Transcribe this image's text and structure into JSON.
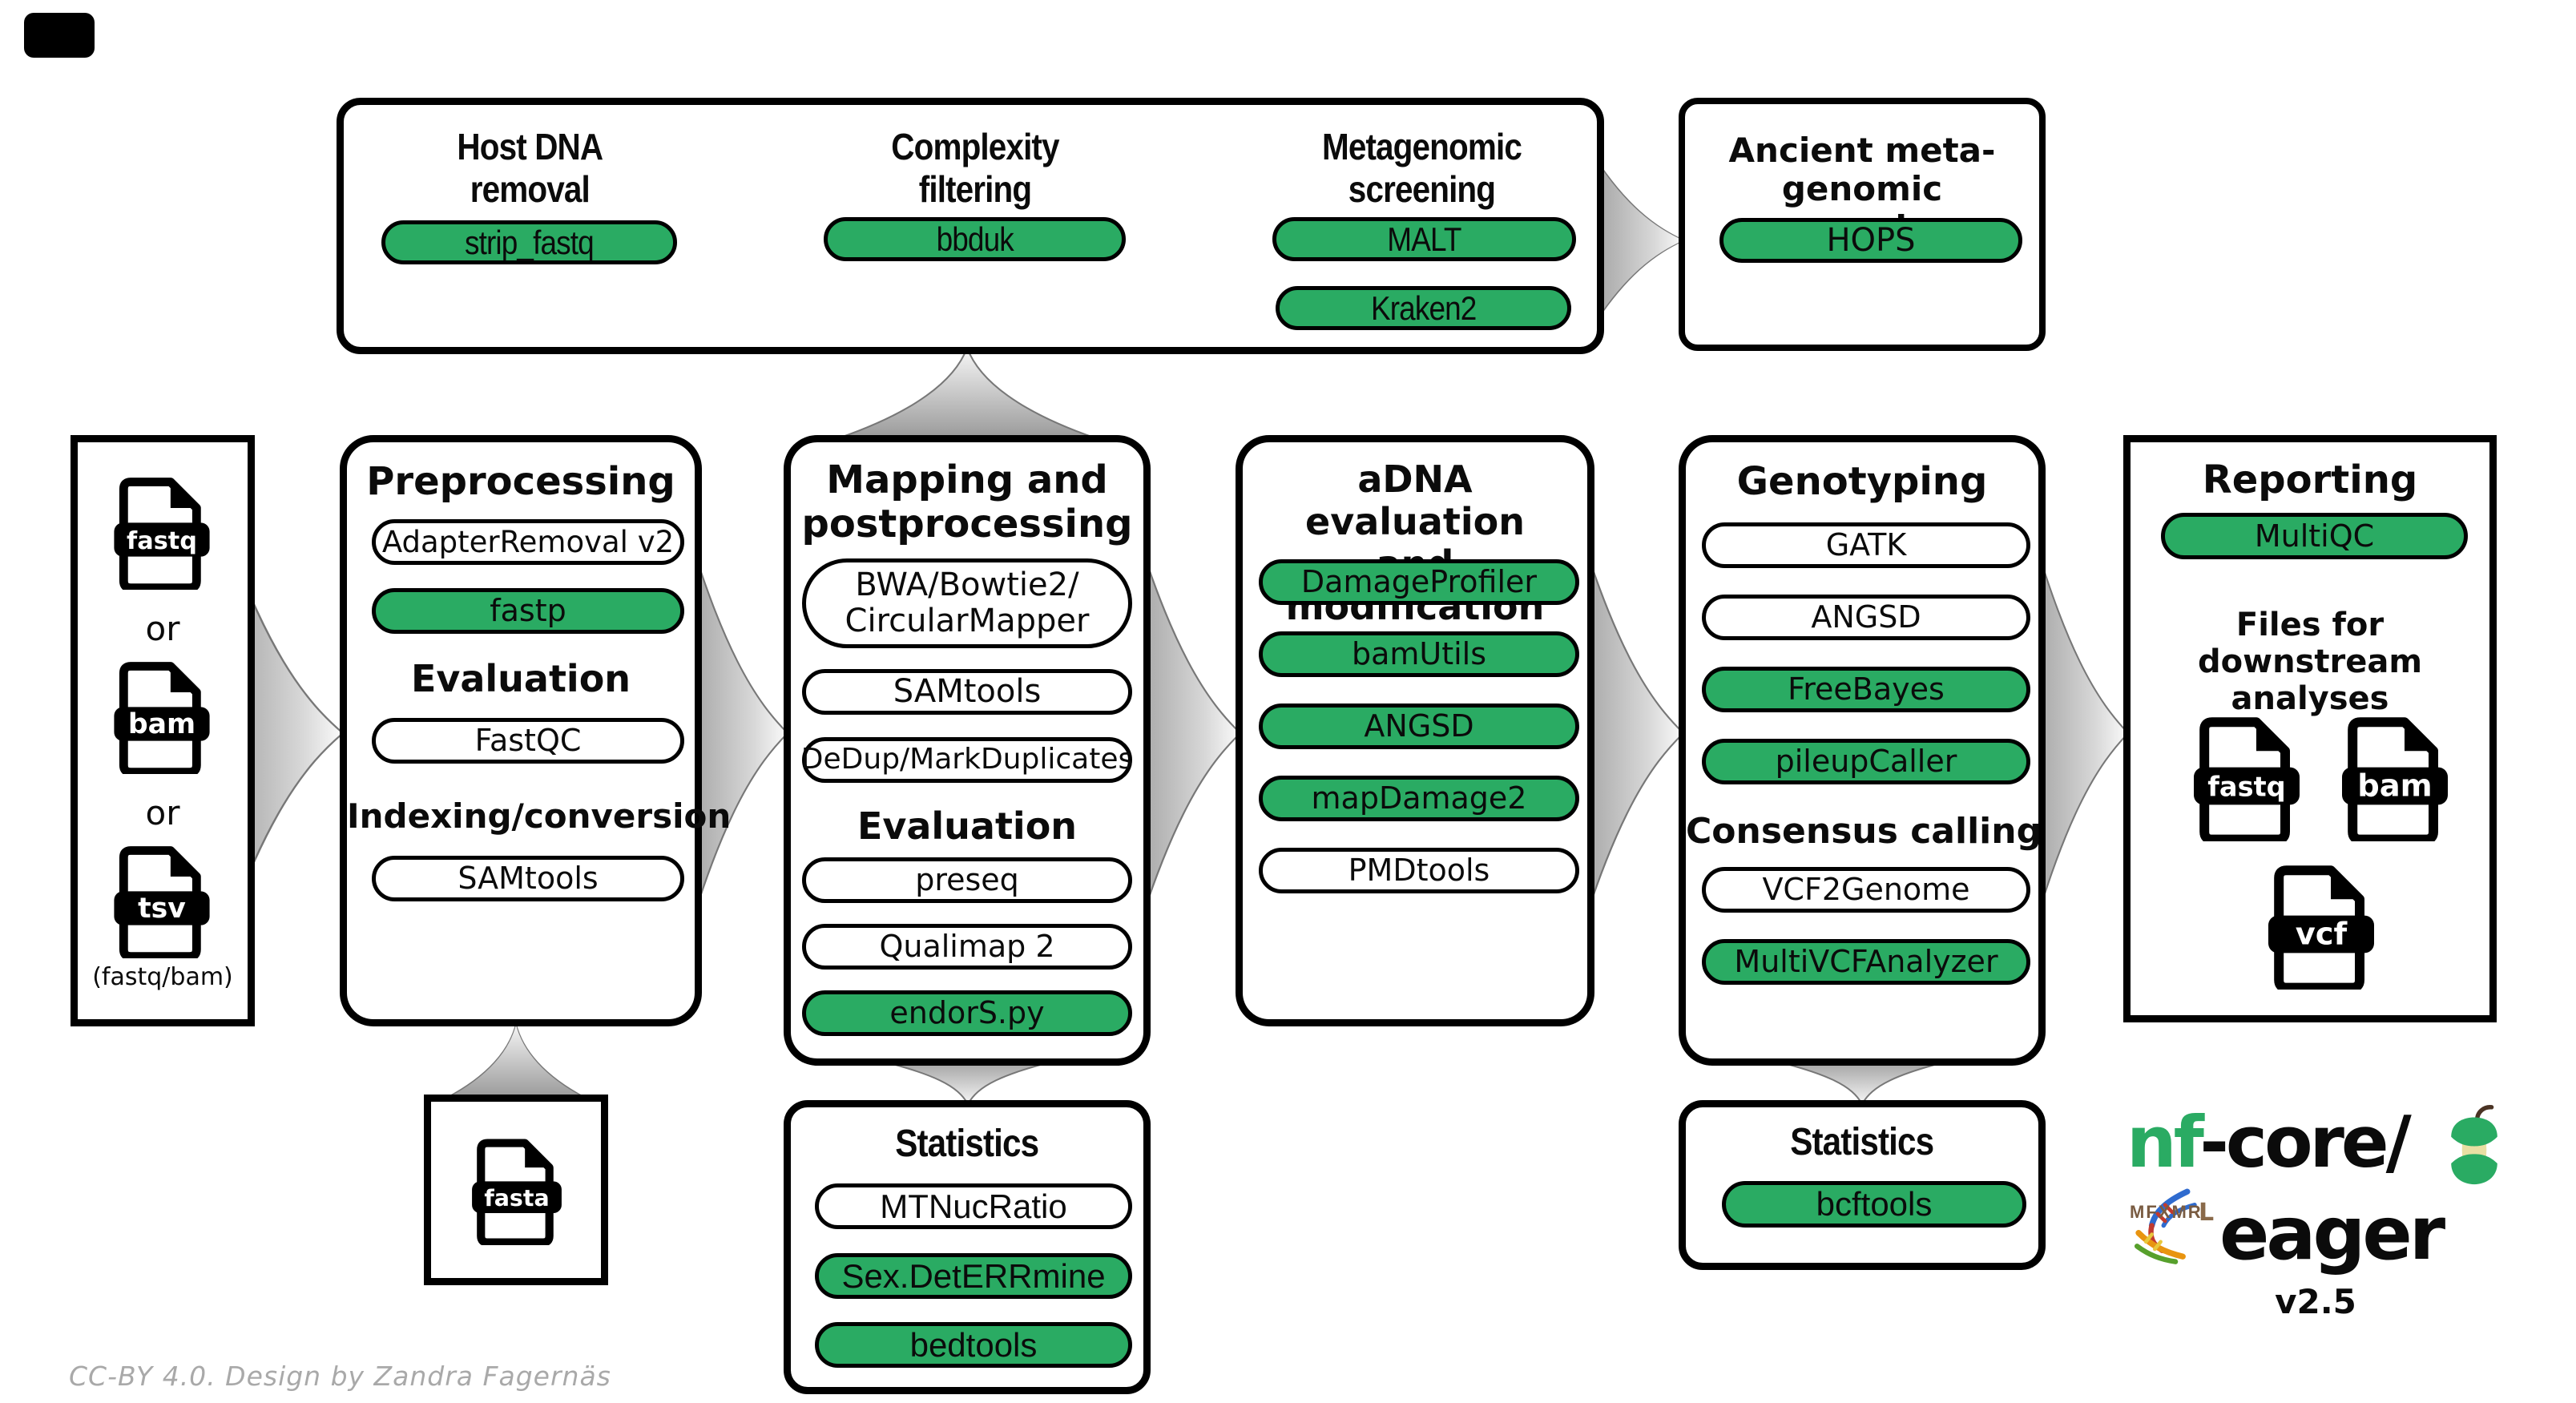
{
  "colors": {
    "green": "#2aab63"
  },
  "top_row": {
    "host": {
      "title": "Host DNA\nremoval",
      "tool": "strip_fastq"
    },
    "complexity": {
      "title": "Complexity\nfiltering",
      "tool": "bbduk"
    },
    "metagenomic": {
      "title": "Metagenomic\nscreening",
      "tool1": "MALT",
      "tool2": "Kraken2"
    },
    "ancient": {
      "title": "Ancient meta-\ngenomic screening",
      "tool": "HOPS"
    }
  },
  "input": {
    "files": [
      "fastq",
      "bam",
      "tsv"
    ],
    "or1": "or",
    "or2": "or",
    "caption": "(fastq/bam)"
  },
  "preprocessing": {
    "title": "Preprocessing",
    "tool1": "AdapterRemoval v2",
    "tool2": "fastp",
    "heading1": "Evaluation",
    "tool3": "FastQC",
    "heading2": "Indexing/conversion",
    "tool4": "SAMtools"
  },
  "fasta": {
    "label": "fasta"
  },
  "mapping": {
    "title": "Mapping and\npostprocessing",
    "tool1": "BWA/Bowtie2/\nCircularMapper",
    "tool2": "SAMtools",
    "tool3": "DeDup/MarkDuplicates",
    "heading": "Evaluation",
    "tool4": "preseq",
    "tool5": "Qualimap 2",
    "tool6": "endorS.py"
  },
  "statistics_mid": {
    "title": "Statistics",
    "tool1": "MTNucRatio",
    "tool2": "Sex.DetERRmine",
    "tool3": "bedtools"
  },
  "adna": {
    "title": "aDNA evaluation\nand modification",
    "tool1": "DamageProfiler",
    "tool2": "bamUtils",
    "tool3": "ANGSD",
    "tool4": "mapDamage2",
    "tool5": "PMDtools"
  },
  "genotyping": {
    "title": "Genotyping",
    "tool1": "GATK",
    "tool2": "ANGSD",
    "tool3": "FreeBayes",
    "tool4": "pileupCaller",
    "heading": "Consensus calling",
    "tool5": "VCF2Genome",
    "tool6": "MultiVCFAnalyzer"
  },
  "statistics_right": {
    "title": "Statistics",
    "tool1": "bcftools"
  },
  "reporting": {
    "title": "Reporting",
    "tool1": "MultiQC",
    "heading": "Files for downstream\nanalyses",
    "files": [
      "fastq",
      "bam",
      "vcf"
    ]
  },
  "logo": {
    "brand_green": "nf",
    "brand_rest": "-core/",
    "name": "eager",
    "version": "v2.5",
    "runes": "MFXMR",
    "rune_l": "L"
  },
  "footer": {
    "credit": "CC-BY 4.0. Design by Zandra Fagernäs"
  }
}
